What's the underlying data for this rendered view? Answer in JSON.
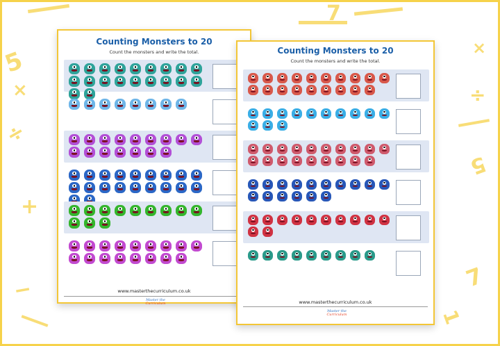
{
  "colors": {
    "frame": "#f6d24a",
    "title": "#1b5fa8",
    "band": "#dfe6f3",
    "sheet_border": "#f3c636"
  },
  "decorations": [
    "5",
    "×",
    "÷",
    "+",
    "−",
    "7",
    "5",
    "×",
    "÷",
    "7",
    "1"
  ],
  "sheet_a": {
    "title": "Counting Monsters to 20",
    "subtitle": "Count the monsters and write the total.",
    "footer": "www.masterthecurriculum.co.uk",
    "logo_line1": "Master the",
    "logo_line2": "Curriculum",
    "rows": [
      {
        "color": "#2fa39a",
        "count": 20,
        "banded": true
      },
      {
        "color": "#6fb6e8",
        "count": 8,
        "banded": false
      },
      {
        "color": "#b24fd6",
        "count": 16,
        "banded": true
      },
      {
        "color": "#2b67c6",
        "count": 20,
        "banded": false
      },
      {
        "color": "#34b52d",
        "count": 12,
        "banded": true
      },
      {
        "color": "#c24ad0",
        "count": 17,
        "banded": false
      }
    ]
  },
  "sheet_b": {
    "title": "Counting Monsters to 20",
    "subtitle": "Count the monsters and write the total.",
    "footer": "www.masterthecurriculum.co.uk",
    "logo_line1": "Master the",
    "logo_line2": "Curriculum",
    "rows": [
      {
        "color": "#d8584a",
        "count": 19,
        "banded": true
      },
      {
        "color": "#3aaee6",
        "count": 13,
        "banded": false
      },
      {
        "color": "#cf5a6c",
        "count": 19,
        "banded": true
      },
      {
        "color": "#2757b8",
        "count": 16,
        "banded": false
      },
      {
        "color": "#d03242",
        "count": 12,
        "banded": true
      },
      {
        "color": "#2a9a8a",
        "count": 9,
        "banded": false
      }
    ]
  }
}
